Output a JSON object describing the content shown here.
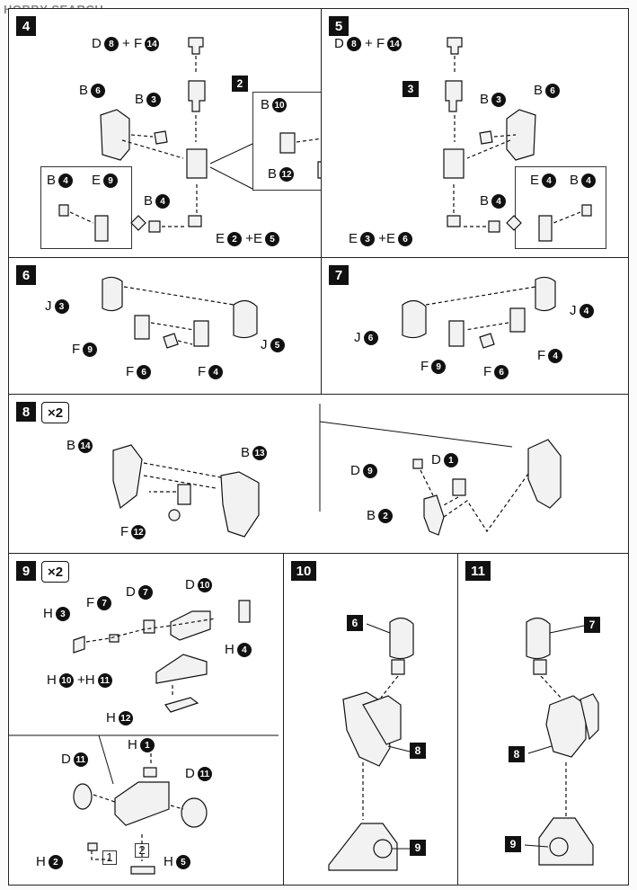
{
  "watermark": "HOBBY SEARCH",
  "steps": {
    "s4": "4",
    "s5": "5",
    "s6": "6",
    "s7": "7",
    "s8": "8",
    "s9": "9",
    "s10": "10",
    "s11": "11"
  },
  "multiplier": "×2",
  "refs": {
    "r2": "2",
    "r3": "3",
    "r6": "6",
    "r7": "7",
    "r8": "8",
    "r9": "9"
  },
  "plain": {
    "p1": "1",
    "p2": "2"
  },
  "letters": {
    "B": "B",
    "D": "D",
    "E": "E",
    "F": "F",
    "H": "H",
    "J": "J"
  },
  "nums": {
    "n1": "1",
    "n2": "2",
    "n3": "3",
    "n4": "4",
    "n5": "5",
    "n6": "6",
    "n7": "7",
    "n8": "8",
    "n9": "9",
    "n10": "10",
    "n11": "11",
    "n12": "12",
    "n13": "13",
    "n14": "14"
  },
  "ops": {
    "plus": "+"
  }
}
